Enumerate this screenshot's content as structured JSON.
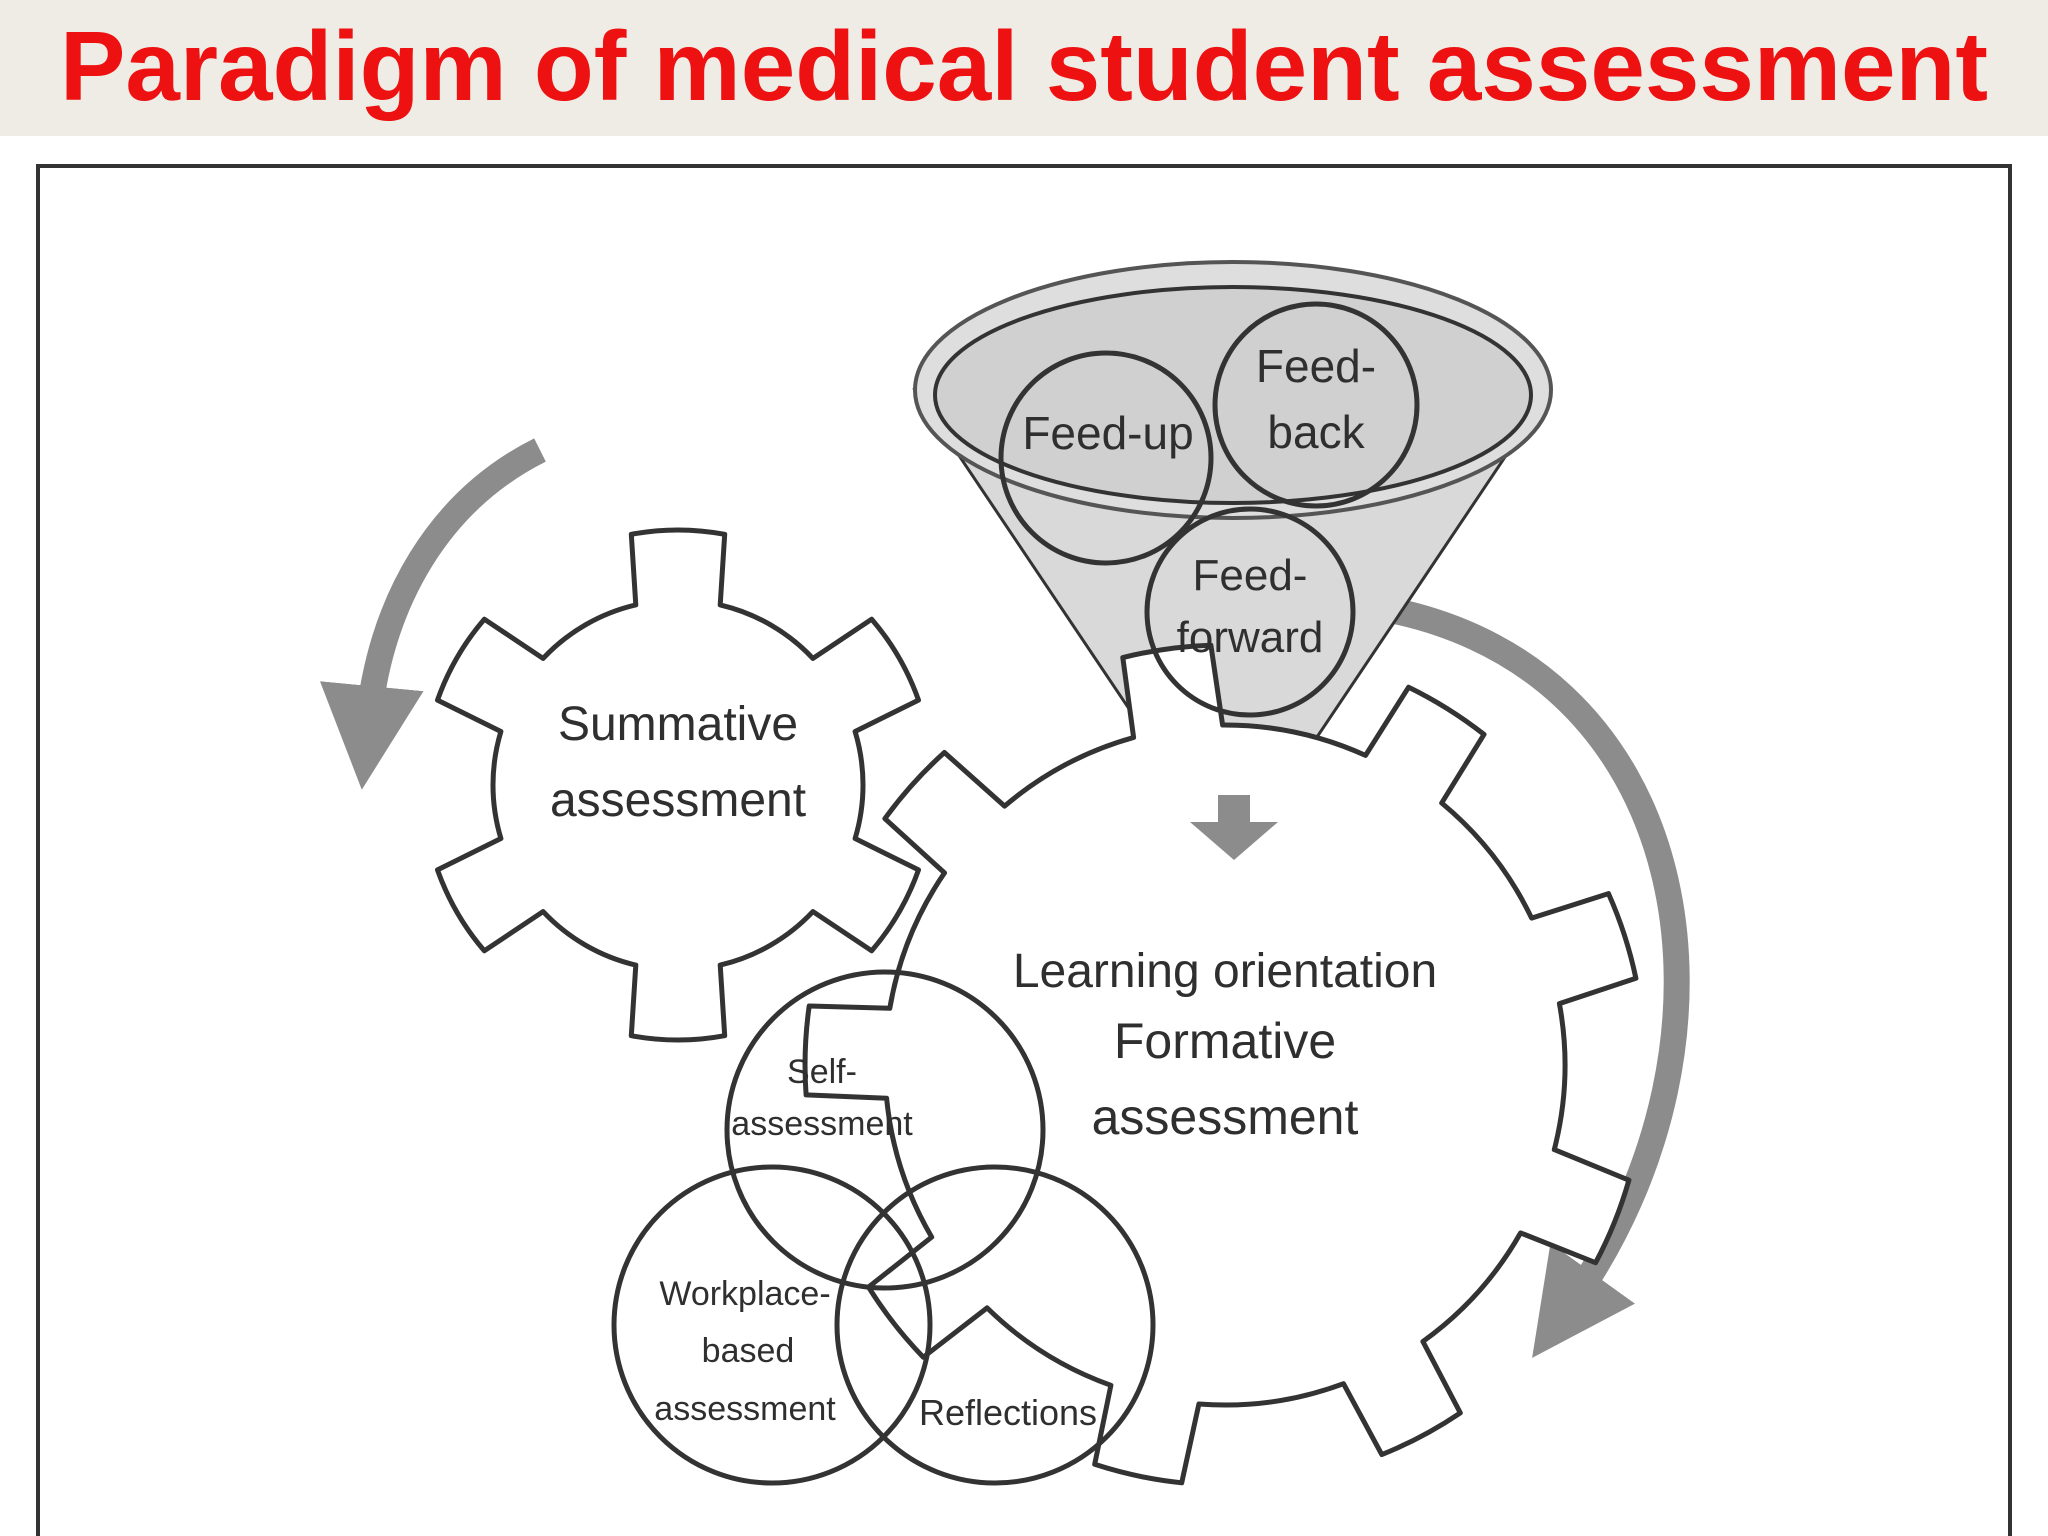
{
  "title": "Paradigm of medical student assessment",
  "colors": {
    "title": "#ee1111",
    "title_band": "#efece5",
    "gear_fill": "#ffffff",
    "outline": "#333333",
    "funnel_fill": "#d9d9d9",
    "arrow_gray": "#8c8c8c"
  },
  "diagram": {
    "funnel": {
      "feed_up": "Feed-up",
      "feed_back_line1": "Feed-",
      "feed_back_line2": "back",
      "feed_forward_line1": "Feed-",
      "feed_forward_line2": "forward"
    },
    "summative_gear": {
      "line1": "Summative",
      "line2": "assessment"
    },
    "formative_gear": {
      "line1": "Learning orientation",
      "line2": "Formative",
      "line3": "assessment"
    },
    "venn": {
      "self_line1": "Self-",
      "self_line2": "assessment",
      "workplace_line1": "Workplace-",
      "workplace_line2": "based",
      "workplace_line3": "assessment",
      "reflections": "Reflections"
    }
  }
}
